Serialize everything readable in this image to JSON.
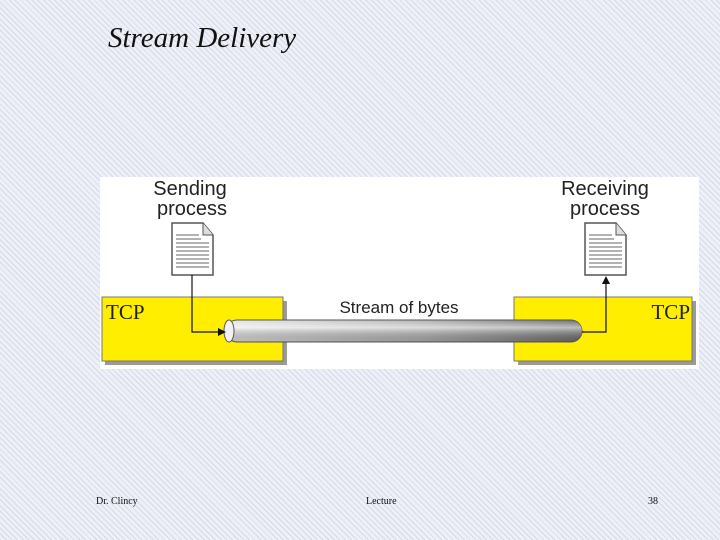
{
  "slide": {
    "title": "Stream Delivery"
  },
  "diagram": {
    "sending_process_line1": "Sending",
    "sending_process_line2": "process",
    "receiving_process_line1": "Receiving",
    "receiving_process_line2": "process",
    "tcp_left": "TCP",
    "tcp_right": "TCP",
    "stream_label": "Stream of bytes",
    "colors": {
      "tcp_box": "#ffee00",
      "tube_dark": "#6e6e6e",
      "tube_light": "#e6e6e6"
    }
  },
  "footer": {
    "author": "Dr. Clincy",
    "center": "Lecture",
    "page": "38"
  }
}
